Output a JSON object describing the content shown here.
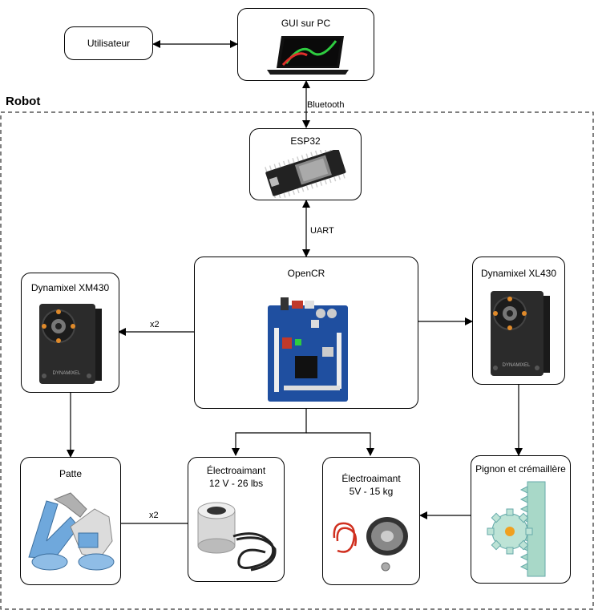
{
  "container": {
    "title": "Robot"
  },
  "nodes": {
    "utilisateur": "Utilisateur",
    "gui": "GUI sur PC",
    "esp32": "ESP32",
    "opencr": "OpenCR",
    "xm430": "Dynamixel XM430",
    "xl430": "Dynamixel XL430",
    "patte": "Patte",
    "electro1_line1": "Électroaimant",
    "electro1_line2": "12 V - 26 lbs",
    "electro2_line1": "Électroaimant",
    "electro2_line2": "5V - 15 kg",
    "pignon": "Pignon et crémaillère",
    "servo_brand": "DYNAMIXEL"
  },
  "edges": {
    "bluetooth": "Bluetooth",
    "uart": "UART",
    "x2_servo": "x2",
    "x2_patte": "x2"
  },
  "colors": {
    "pcb_blue": "#1f4fa0",
    "servo_dark": "#2b2b2b",
    "leg_blue": "#6fa8dc",
    "rack_green": "#a8d8c8",
    "gear_orange": "#f0a020"
  }
}
